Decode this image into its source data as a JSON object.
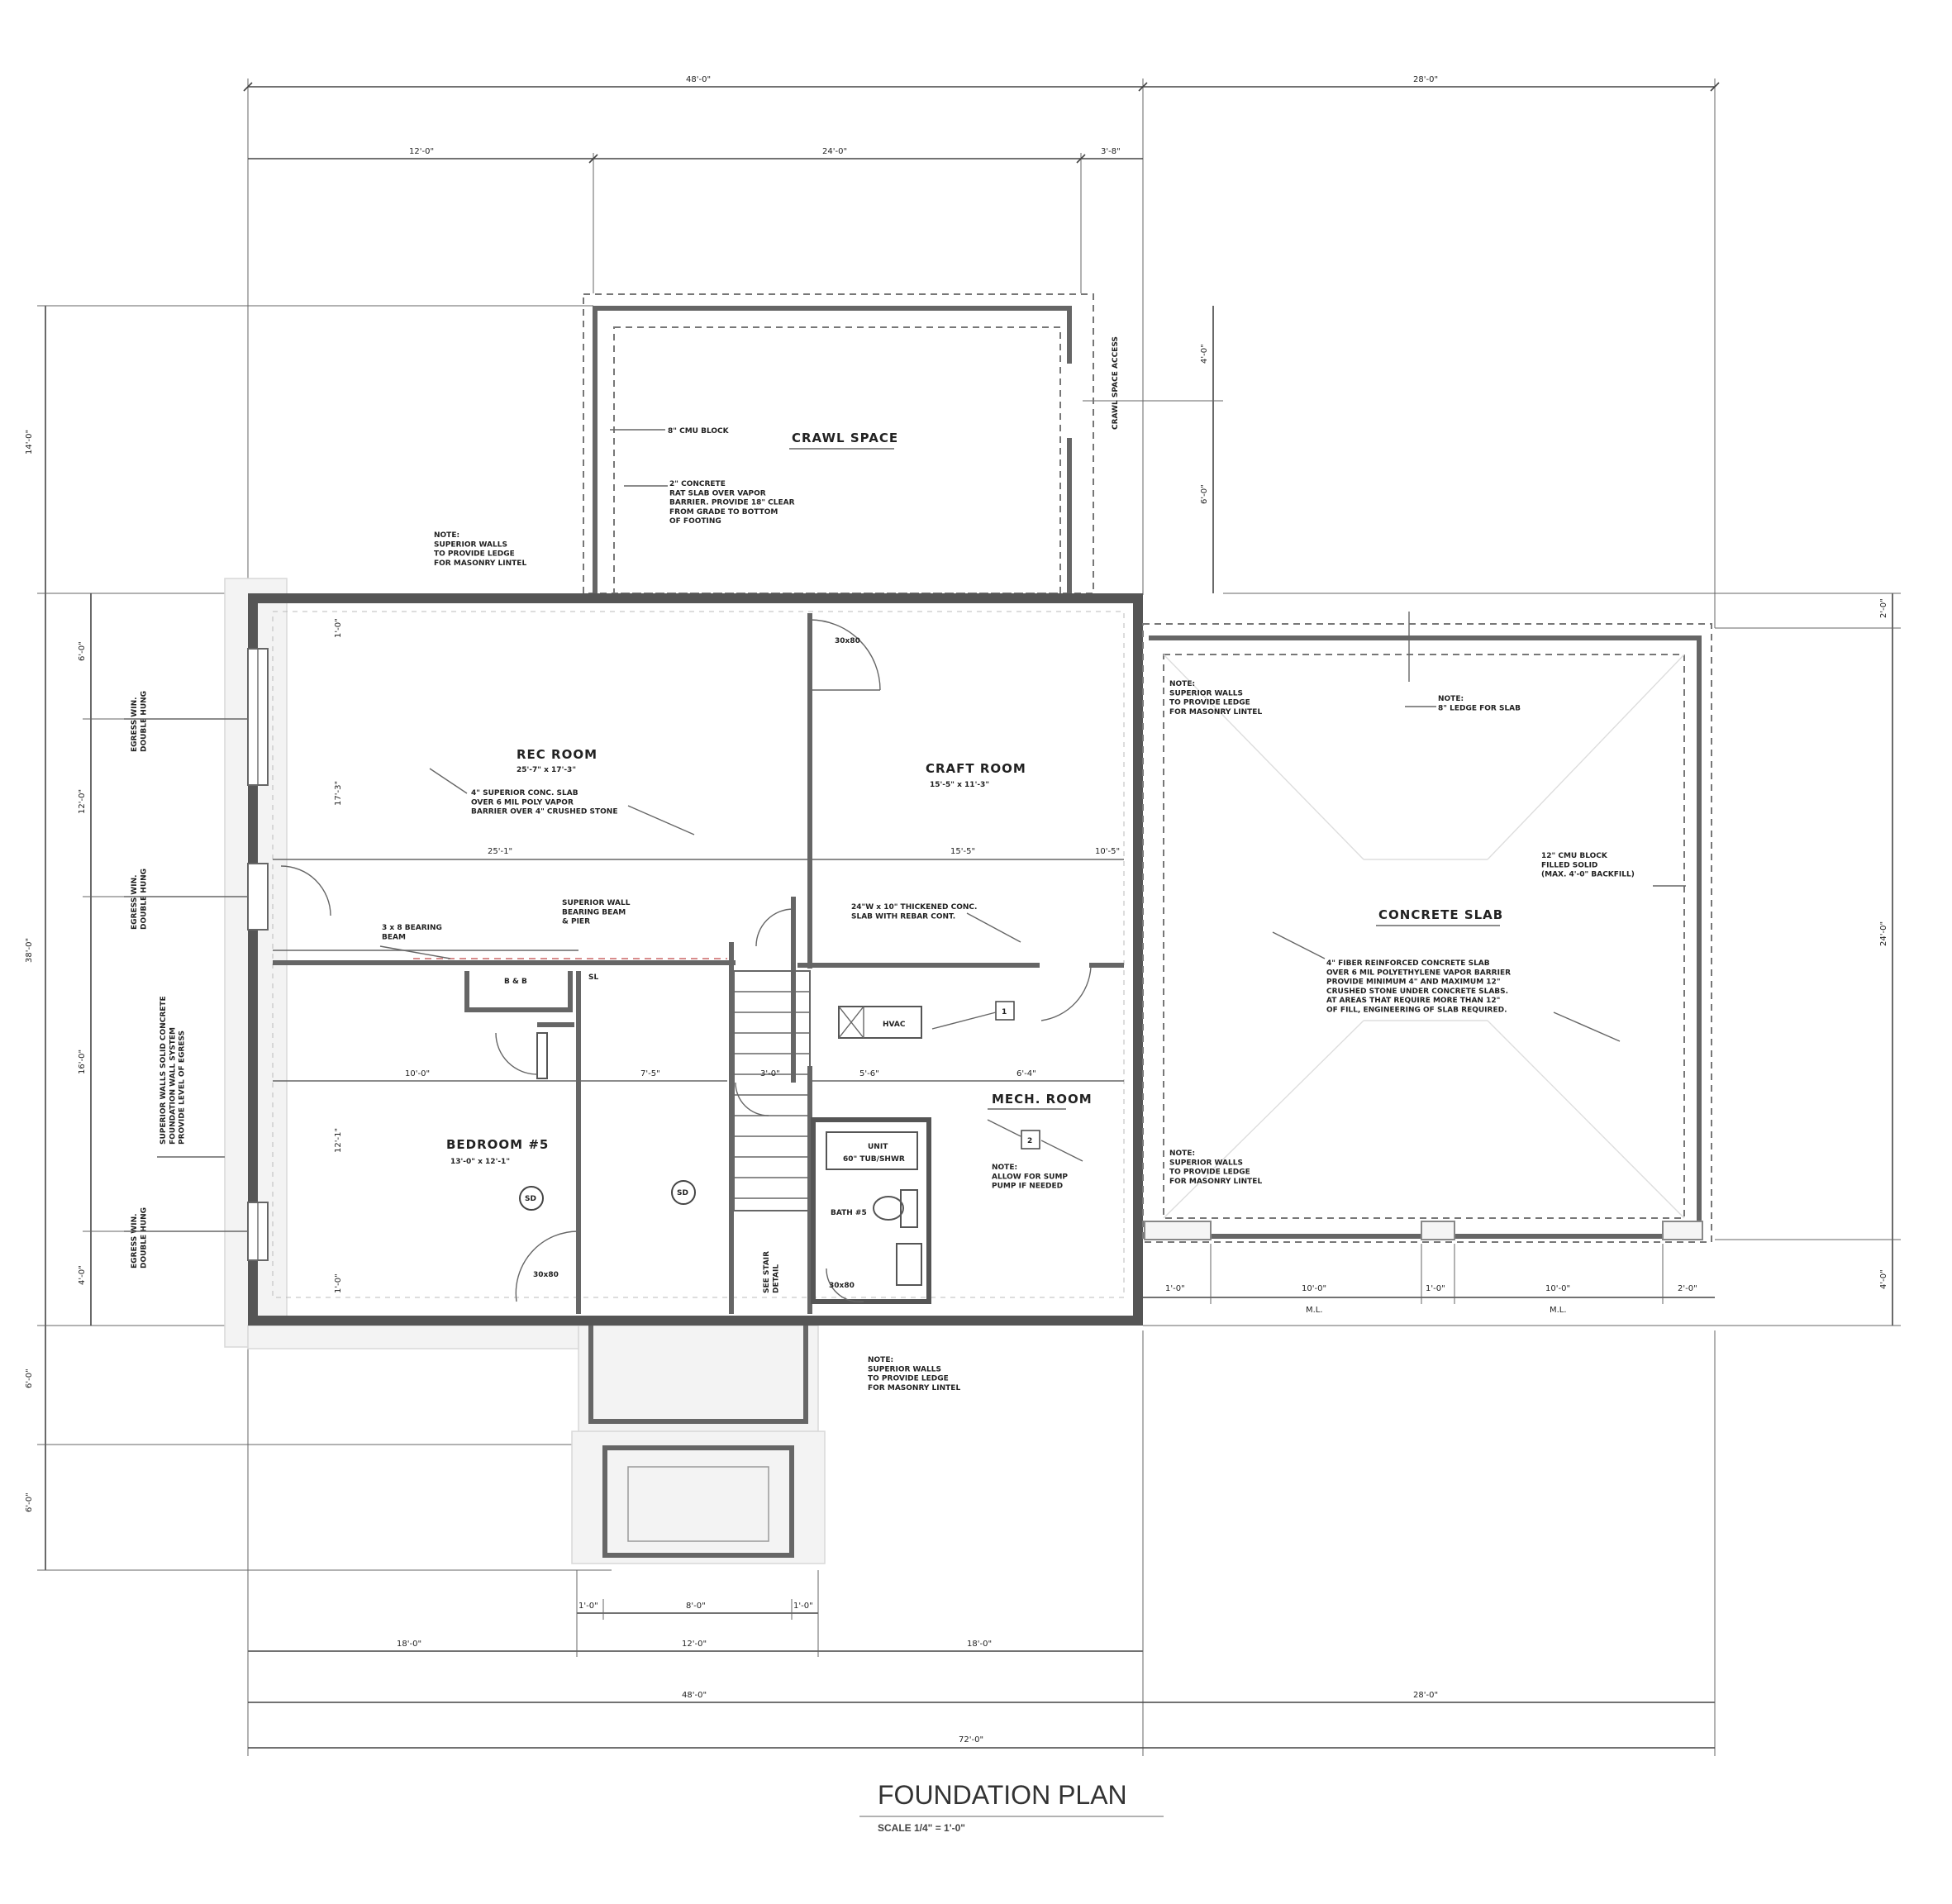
{
  "title": "FOUNDATION PLAN",
  "scale": "SCALE 1/4\" = 1'-0\"",
  "rooms": {
    "crawl_space": "CRAWL SPACE",
    "rec_room": "REC ROOM",
    "rec_room_size": "25'-7\" x 17'-3\"",
    "craft_room": "CRAFT ROOM",
    "craft_room_size": "15'-5\" x 11'-3\"",
    "concrete_slab": "CONCRETE SLAB",
    "bedroom": "BEDROOM #5",
    "bedroom_size": "13'-0\" x 12'-1\"",
    "mech_room": "MECH. ROOM",
    "bath": "BATH #5",
    "hvac": "HVAC",
    "unit": "UNIT",
    "unit_note": "60\" TUB/SHWR"
  },
  "notes": {
    "cmu_crawl": "8\" CMU BLOCK",
    "crawl_slab": "2\" CONCRETE\nRAT SLAB OVER VAPOR\nBARRIER. PROVIDE 18\" CLEAR\nFROM GRADE TO BOTTOM\nOF FOOTING",
    "ledge_1": "NOTE:\nSUPERIOR WALLS\nTO PROVIDE LEDGE\nFOR MASONRY LINTEL",
    "rec_slab": "4\" SUPERIOR CONC. SLAB\nOVER 6 MIL POLY VAPOR\nBARRIER OVER 4\" CRUSHED STONE",
    "ledge_2": "NOTE:\nSUPERIOR WALLS\nTO PROVIDE LEDGE\nFOR MASONRY LINTEL",
    "ledge_slab": "NOTE:\n8\" LEDGE FOR SLAB",
    "cmu_slab": "12\" CMU BLOCK\nFILLED SOLID\n(MAX. 4'-0\" BACKFILL)",
    "slab_main": "4\" FIBER REINFORCED CONCRETE SLAB\nOVER 6 MIL POLYETHYLENE VAPOR BARRIER\nPROVIDE MINIMUM 4\" AND MAXIMUM 12\"\nCRUSHED STONE UNDER CONCRETE SLABS.\nAT AREAS THAT REQUIRE MORE THAN 12\"\nOF FILL, ENGINEERING OF SLAB REQUIRED.",
    "ledge_3": "NOTE:\nSUPERIOR WALLS\nTO PROVIDE LEDGE\nFOR MASONRY LINTEL",
    "thickened": "24\"W x 10\" THICKENED CONC.\nSLAB WITH REBAR CONT.",
    "sump": "NOTE:\nALLOW FOR SUMP\nPUMP IF NEEDED",
    "ledge_4": "NOTE:\nSUPERIOR WALLS\nTO PROVIDE LEDGE\nFOR MASONRY LINTEL",
    "bearing": "3 x 8 BEARING\nBEAM",
    "beam": "SUPERIOR WALL\nBEARING BEAM\n& PIER",
    "window_1": "EGRESS WIN.\nDOUBLE HUNG",
    "window_2": "EGRESS WIN.\nDOUBLE HUNG",
    "window_3": "EGRESS WIN.\nDOUBLE HUNG",
    "superior": "SUPERIOR WALLS SOLID CONCRETE\nFOUNDATION WALL SYSTEM\nPROVIDE LEVEL OF EGRESS",
    "bb": "B & B",
    "sl": "SL"
  },
  "dimensions": {
    "top_overall_left": "48'-0\"",
    "top_overall_right": "28'-0\"",
    "top_seg_1": "12'-0\"",
    "top_seg_2": "24'-0\"",
    "top_seg_3": "3'-8\"",
    "left_1": "14'-0\"",
    "left_2": "38'-0\"",
    "left_3": "6'-0\"",
    "left_4": "12'-0\"",
    "left_5": "16'-0\"",
    "left_6": "4'-0\"",
    "left_7": "6'-0\"",
    "left_8": "6'-0\"",
    "right_1": "2'-0\"",
    "right_2": "24'-0\"",
    "right_3": "4'-0\"",
    "right_small_1": "4'-0\"",
    "right_small_2": "6'-0\"",
    "crawl_access": "CRAWL SPACE ACCESS",
    "rec_w": "25'-1\"",
    "craft_w": "15'-5\"",
    "craft_side": "10'-5\"",
    "bed_w": "10'-0\"",
    "mid_w": "7'-5\"",
    "stair_w": "3'-0\"",
    "mech_w1": "5'-6\"",
    "mech_w2": "6'-4\"",
    "rec_h": "17'-3\"",
    "bed_h": "12'-1\"",
    "top_small": "1'-0\"",
    "bot_small": "1'-0\"",
    "slab_b1": "1'-0\"",
    "slab_b2": "10'-0\"",
    "slab_b3": "1'-0\"",
    "slab_b4": "10'-0\"",
    "slab_b5": "2'-0\"",
    "slab_ms1": "M.L.",
    "slab_ms2": "M.L.",
    "bottom_ws1": "1'-0\"",
    "bottom_ws2": "8'-0\"",
    "bottom_ws3": "1'-0\"",
    "bottom_seg_1": "18'-0\"",
    "bottom_seg_2": "12'-0\"",
    "bottom_seg_3": "18'-0\"",
    "bottom_overall_left": "48'-0\"",
    "bottom_overall_right": "28'-0\"",
    "bottom_total": "72'-0\"",
    "stair_note": "SEE STAIR\nDETAIL",
    "door_1": "30x80",
    "door_2": "30x80",
    "door_3": "30x80",
    "tag_1": "1",
    "tag_2": "2",
    "sd_1": "SD",
    "sd_2": "SD"
  }
}
